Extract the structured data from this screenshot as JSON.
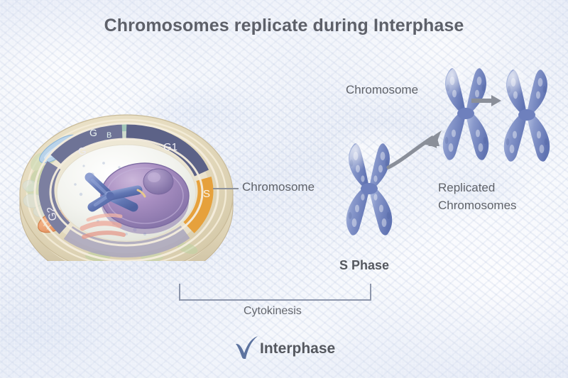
{
  "title": "Chromosomes replicate during Interphase",
  "labels": {
    "chromosome_cell": "Chromosome",
    "chromosome_top": "Chromosome",
    "replicated_line1": "Replicated",
    "replicated_line2": "Chromosomes",
    "s_phase": "S Phase",
    "cytokinesis": "Cytokinesis",
    "interphase": "Interphase"
  },
  "cell_cycle": {
    "segments": [
      {
        "id": "g1",
        "label": "G1",
        "color": "#5c6287"
      },
      {
        "id": "s",
        "label": "S",
        "color": "#e6a13c"
      },
      {
        "id": "g2",
        "label": "G2",
        "color": "#7c7fa0"
      },
      {
        "id": "g",
        "label": "G",
        "color": "#6e7396"
      },
      {
        "id": "gb",
        "label": "G",
        "color": "#4f9b9b"
      },
      {
        "id": "b",
        "label": "B",
        "color": "#4f9b9b"
      }
    ],
    "organelles": [
      "nucleus",
      "nucleolus",
      "chromosome",
      "mitochondrion",
      "endoplasmic-reticulum",
      "golgi",
      "vacuole"
    ]
  },
  "colors": {
    "title_text": "#5d6069",
    "body_text": "#5f6269",
    "check": "#5d739f",
    "bracket": "#8d96ab",
    "arrow": "#8a8f99",
    "chromosome": "#7e90c6",
    "chromosome_dark": "#5a6ba8",
    "s_phase_ring": "#e6a13c",
    "membrane": "#ded2b2",
    "background": "#eef1f8"
  },
  "icons": {
    "check": "check-icon",
    "arrow_curved": "curved-arrow-icon",
    "arrow_straight": "right-arrow-icon"
  }
}
